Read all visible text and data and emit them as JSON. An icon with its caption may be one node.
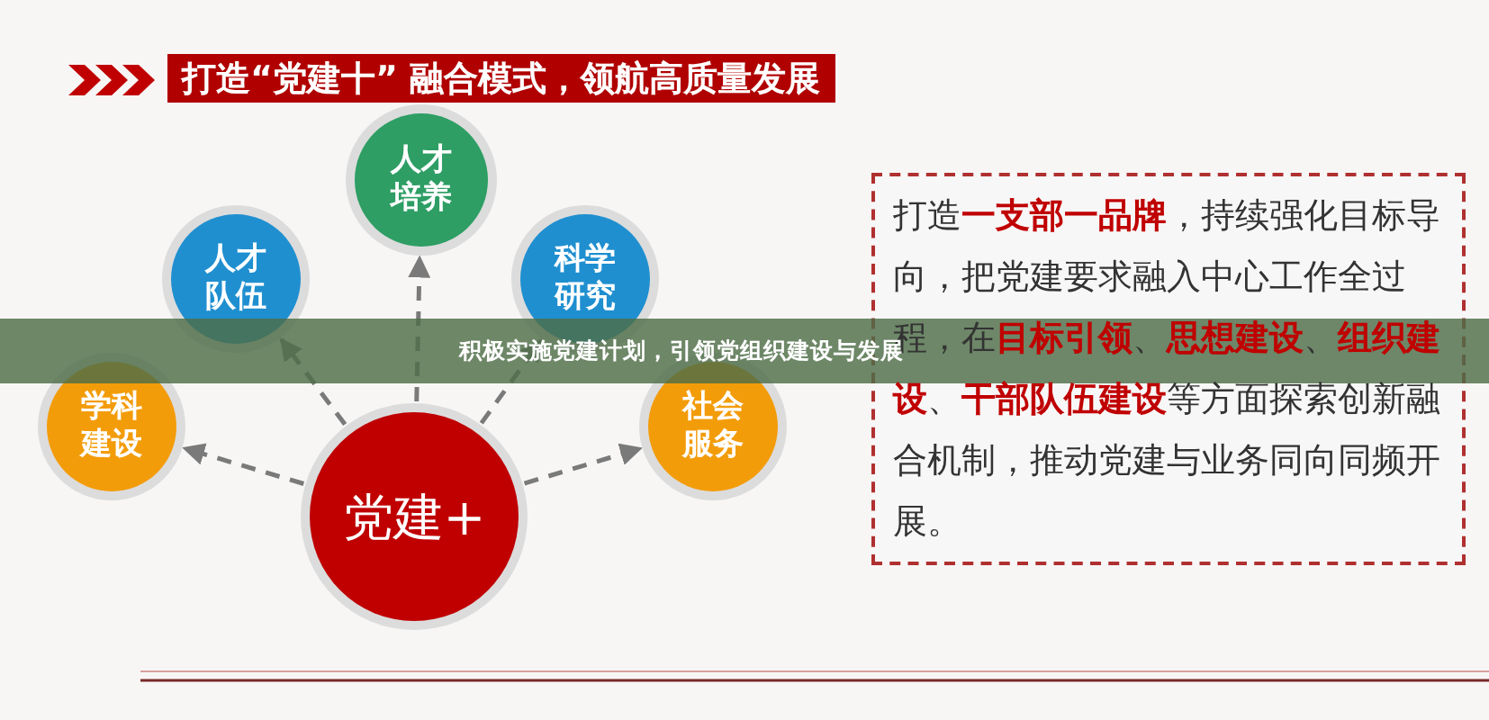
{
  "diagram": {
    "title": "打造“党建十” 融合模式，领航高质量发展",
    "caption": "积极实施党建计划，引领党组织建设与发展",
    "nodes": [
      {
        "text": [
          "人才培养"
        ]
      },
      {
        "text": [
          "人才队伍"
        ]
      },
      {
        "text": [
          "科学研究"
        ]
      },
      {
        "text": [
          "学科建设"
        ]
      },
      {
        "text": [
          "社会服务"
        ]
      },
      {
        "text": [
          "党建+"
        ]
      },
      {
        "text": [
          "打造**一支部一品牌**，持续强化目标导向，把党建要求融入中心工作全过程，在**目标引领**、**思想建设**、**组织建设**、**干部队伍建设**等方面探索创新融合机制，推动党建与业务同向同频开展。"
        ]
      }
    ],
    "edges": [
      {
        "from": 5,
        "to": 0,
        "arrow": "to",
        "style": "dashed"
      },
      {
        "from": 5,
        "to": 1,
        "arrow": "to",
        "style": "dashed"
      },
      {
        "from": 5,
        "to": 2,
        "arrow": "to",
        "style": "dashed"
      },
      {
        "from": 5,
        "to": 3,
        "arrow": "to",
        "style": "dashed"
      },
      {
        "from": 5,
        "to": 4,
        "arrow": "to",
        "style": "dashed"
      }
    ]
  }
}
